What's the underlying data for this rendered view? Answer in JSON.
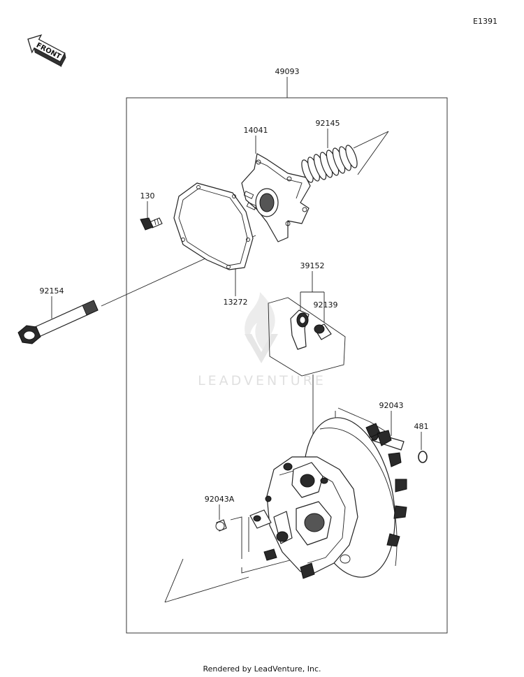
{
  "diagram_id": "E1391",
  "direction_label": "FRONT",
  "watermark": "LEADVENTURE",
  "footer": "Rendered by LeadVenture, Inc.",
  "parts": {
    "assembly": "49093",
    "cover": "14041",
    "spring": "92145",
    "bolt_small": "130",
    "gasket": "13272",
    "bolt_long": "92154",
    "weight_set": "39152",
    "weight_collar": "92139",
    "pin": "92043",
    "ring": "481",
    "bushing": "92043A"
  }
}
